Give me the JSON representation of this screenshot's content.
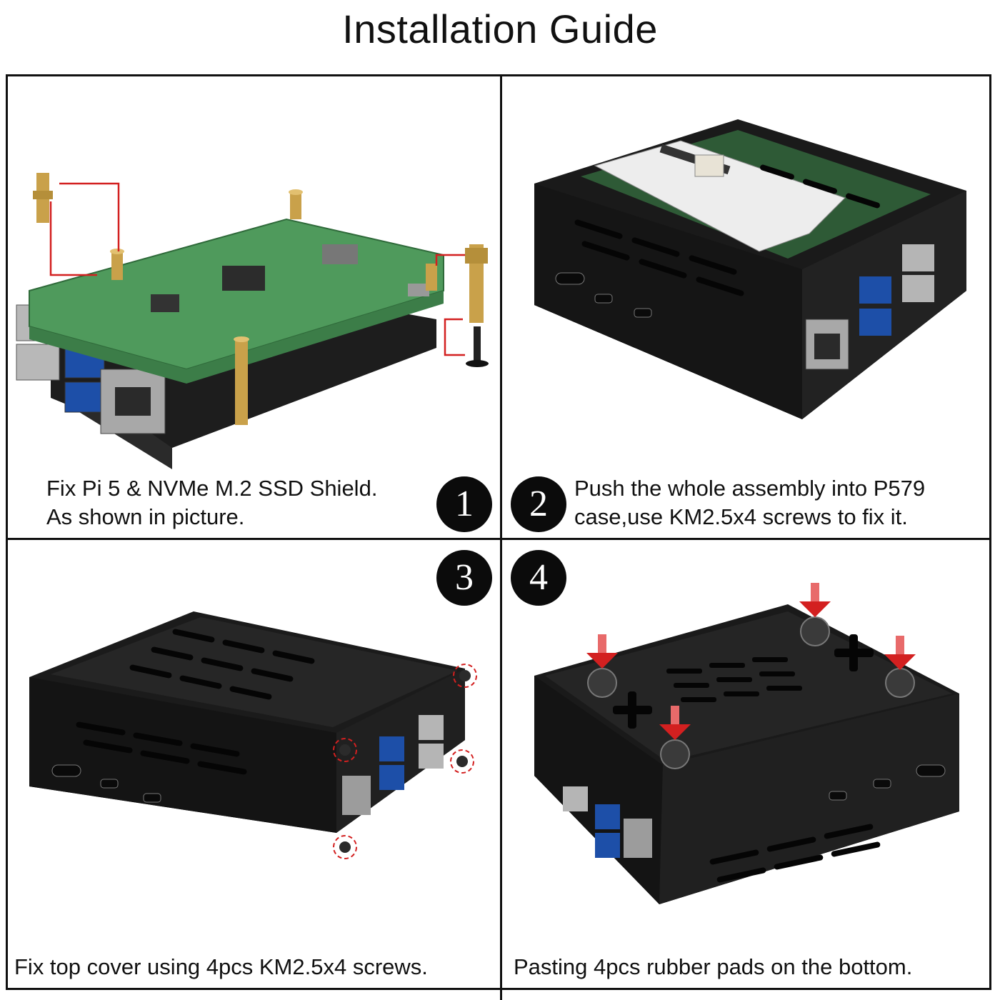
{
  "title": "Installation Guide",
  "steps": [
    {
      "number": "1",
      "lines": [
        "Fix Pi 5 & NVMe M.2 SSD Shield.",
        "As shown in picture."
      ]
    },
    {
      "number": "2",
      "lines": [
        "Push the whole assembly into P579",
        "case,use KM2.5x4 screws to fix it."
      ]
    },
    {
      "number": "3",
      "lines": [
        "Fix top cover using 4pcs KM2.5x4 screws."
      ]
    },
    {
      "number": "4",
      "lines": [
        "Pasting 4pcs rubber pads on the bottom."
      ]
    }
  ],
  "colors": {
    "callout_red": "#d32020",
    "pcb_green": "#4f9a5c",
    "case_black": "#151515",
    "brass": "#c9a14a"
  }
}
